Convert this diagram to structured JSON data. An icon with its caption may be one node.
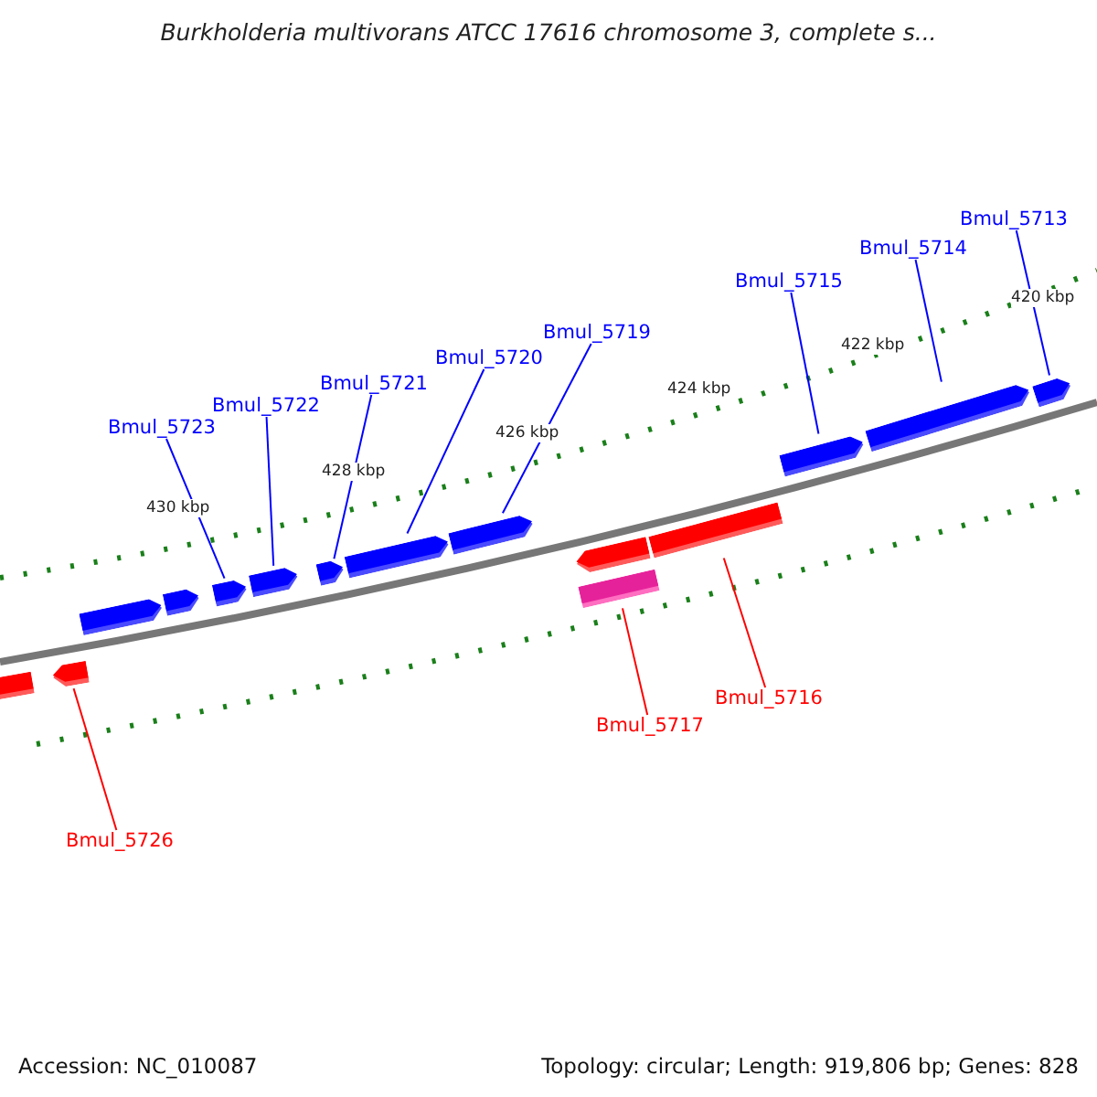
{
  "diagram": {
    "title": "Burkholderia multivorans ATCC 17616 chromosome 3, complete s...",
    "nodes": [
      {
        "text": [
          "Bmul_5713"
        ]
      },
      {
        "text": [
          "Bmul_5714"
        ]
      },
      {
        "text": [
          "Bmul_5715"
        ]
      },
      {
        "text": [
          "Bmul_5719"
        ]
      },
      {
        "text": [
          "Bmul_5720"
        ]
      },
      {
        "text": [
          "Bmul_5721"
        ]
      },
      {
        "text": [
          "Bmul_5722"
        ]
      },
      {
        "text": [
          "Bmul_5723"
        ]
      },
      {
        "text": [
          "Bmul_5716"
        ]
      },
      {
        "text": [
          "Bmul_5717"
        ]
      },
      {
        "text": [
          "Bmul_5726"
        ]
      },
      {
        "text": [],
        "shape": "arrow"
      },
      {
        "text": [],
        "shape": "arrow"
      },
      {
        "text": [],
        "shape": "arrow"
      },
      {
        "text": [],
        "shape": "arrow"
      },
      {
        "text": [],
        "shape": "arrow"
      },
      {
        "text": [],
        "shape": "arrow"
      },
      {
        "text": [],
        "shape": "arrow"
      },
      {
        "text": [],
        "shape": "arrow"
      },
      {
        "text": [],
        "shape": "arrow"
      },
      {
        "text": [],
        "shape": "arrow"
      },
      {
        "text": [],
        "shape": "arrow"
      },
      {
        "text": [],
        "shape": "arrow"
      },
      {
        "text": [],
        "shape": "arrow"
      },
      {
        "text": [],
        "shape": "arrow"
      },
      {
        "text": [],
        "shape": "arrow"
      }
    ],
    "edges": [
      {
        "from": 0,
        "to": 25,
        "arrow": "none"
      },
      {
        "from": 1,
        "to": 24,
        "arrow": "none"
      },
      {
        "from": 2,
        "to": 23,
        "arrow": "none"
      },
      {
        "from": 3,
        "to": 19,
        "arrow": "none"
      },
      {
        "from": 4,
        "to": 18,
        "arrow": "none"
      },
      {
        "from": 5,
        "to": 17,
        "arrow": "none"
      },
      {
        "from": 6,
        "to": 16,
        "arrow": "none"
      },
      {
        "from": 7,
        "to": 15,
        "arrow": "none"
      },
      {
        "from": 8,
        "to": 22,
        "arrow": "none",
        "color": "#ff0000"
      },
      {
        "from": 9,
        "to": 21,
        "arrow": "none",
        "color": "#ff0000"
      },
      {
        "from": 10,
        "to": 12,
        "arrow": "none",
        "color": "#ff0000"
      }
    ],
    "labels": [
      "420 kbp",
      "422 kbp",
      "424 kbp",
      "426 kbp",
      "428 kbp",
      "430 kbp",
      "Accession: NC_010087",
      "Topology: circular; Length: 919,806 bp; Genes: 828"
    ]
  }
}
